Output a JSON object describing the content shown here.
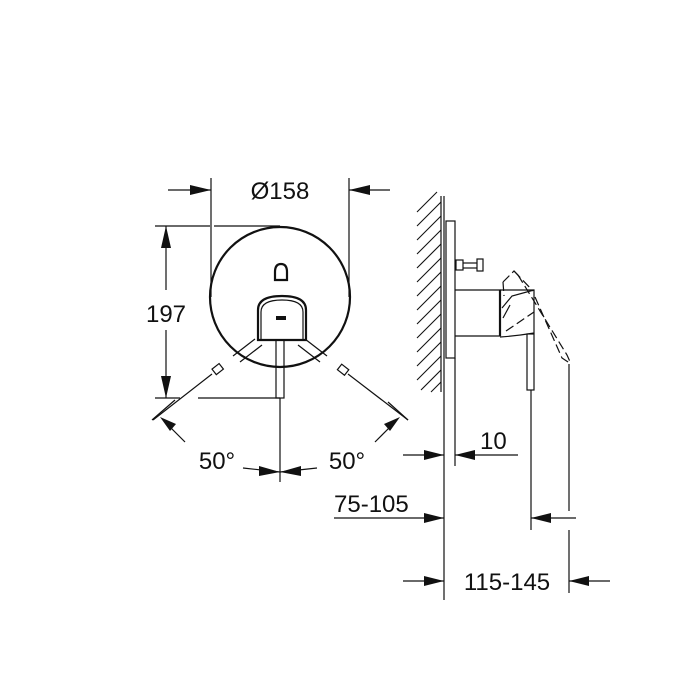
{
  "drawing": {
    "type": "technical dimension drawing",
    "subject": "concealed single-lever shower mixer with round wall plate",
    "line_color": "#111111",
    "background": "#ffffff"
  },
  "front_view": {
    "diameter_label": "Ø158",
    "height_label": "197",
    "angle_left_label": "50°",
    "angle_right_label": "50°"
  },
  "side_view": {
    "plate_thickness_label": "10",
    "installation_depth_label": "75-105",
    "total_depth_label": "115-145"
  }
}
